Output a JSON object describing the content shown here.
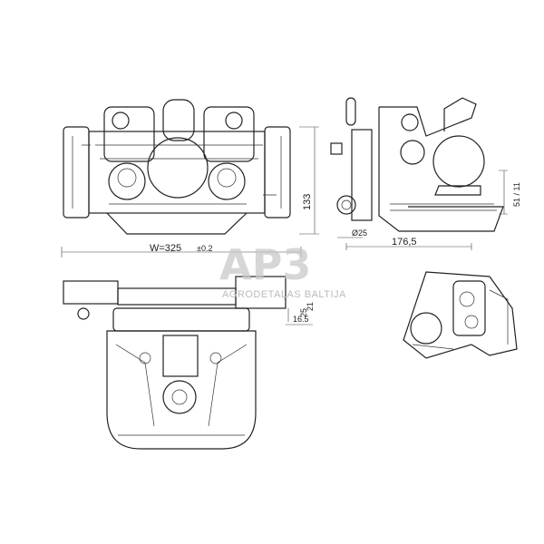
{
  "dimensions": {
    "width": "W=325",
    "width_tolerance": "±0.2",
    "height": "133",
    "pin_diameter": "Ø25",
    "depth": "176,5",
    "ball_height": "51 / 11",
    "plate_a": "25",
    "plate_b": "21",
    "plate_c": "16.5"
  },
  "watermark": {
    "logo": "AP3",
    "text": "AGRODETAĻAS BALTIJA"
  }
}
